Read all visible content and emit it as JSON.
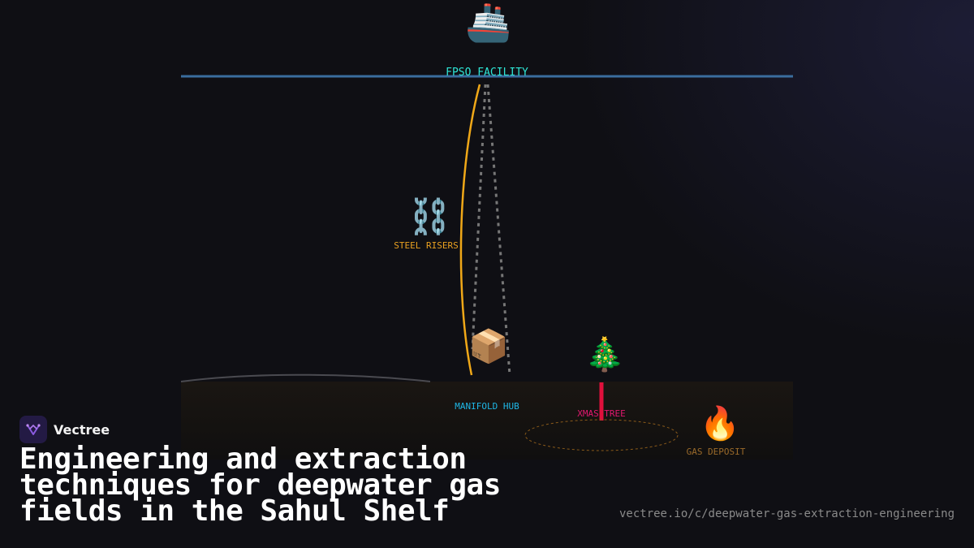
{
  "diagram": {
    "facility": {
      "icon": "ship-icon",
      "label": "FPSO FACILITY"
    },
    "risers": {
      "icon": "chain-icon",
      "label": "STEEL RISERS"
    },
    "manifold": {
      "icon": "package-icon",
      "label": "MANIFOLD HUB"
    },
    "xmas_tree": {
      "icon": "christmas-tree-icon",
      "label": "XMAS TREE"
    },
    "deposit": {
      "icon": "fire-icon",
      "label": "GAS DEPOSIT"
    },
    "colors": {
      "facility_line": "#3a6d9e",
      "facility_label": "#2ee6d6",
      "riser_label": "#e8a020",
      "riser_line": "#f0a818",
      "manifold_label": "#1fb7e6",
      "xmas_label": "#e0186e",
      "well_line": "#e0103c",
      "deposit_label": "#9a6a2a",
      "mooring_line": "#777777"
    }
  },
  "footer": {
    "brand_name": "Vectree",
    "title": "Engineering and extraction techniques for deepwater gas fields in the Sahul Shelf",
    "url": "vectree.io/c/deepwater-gas-extraction-engineering"
  }
}
